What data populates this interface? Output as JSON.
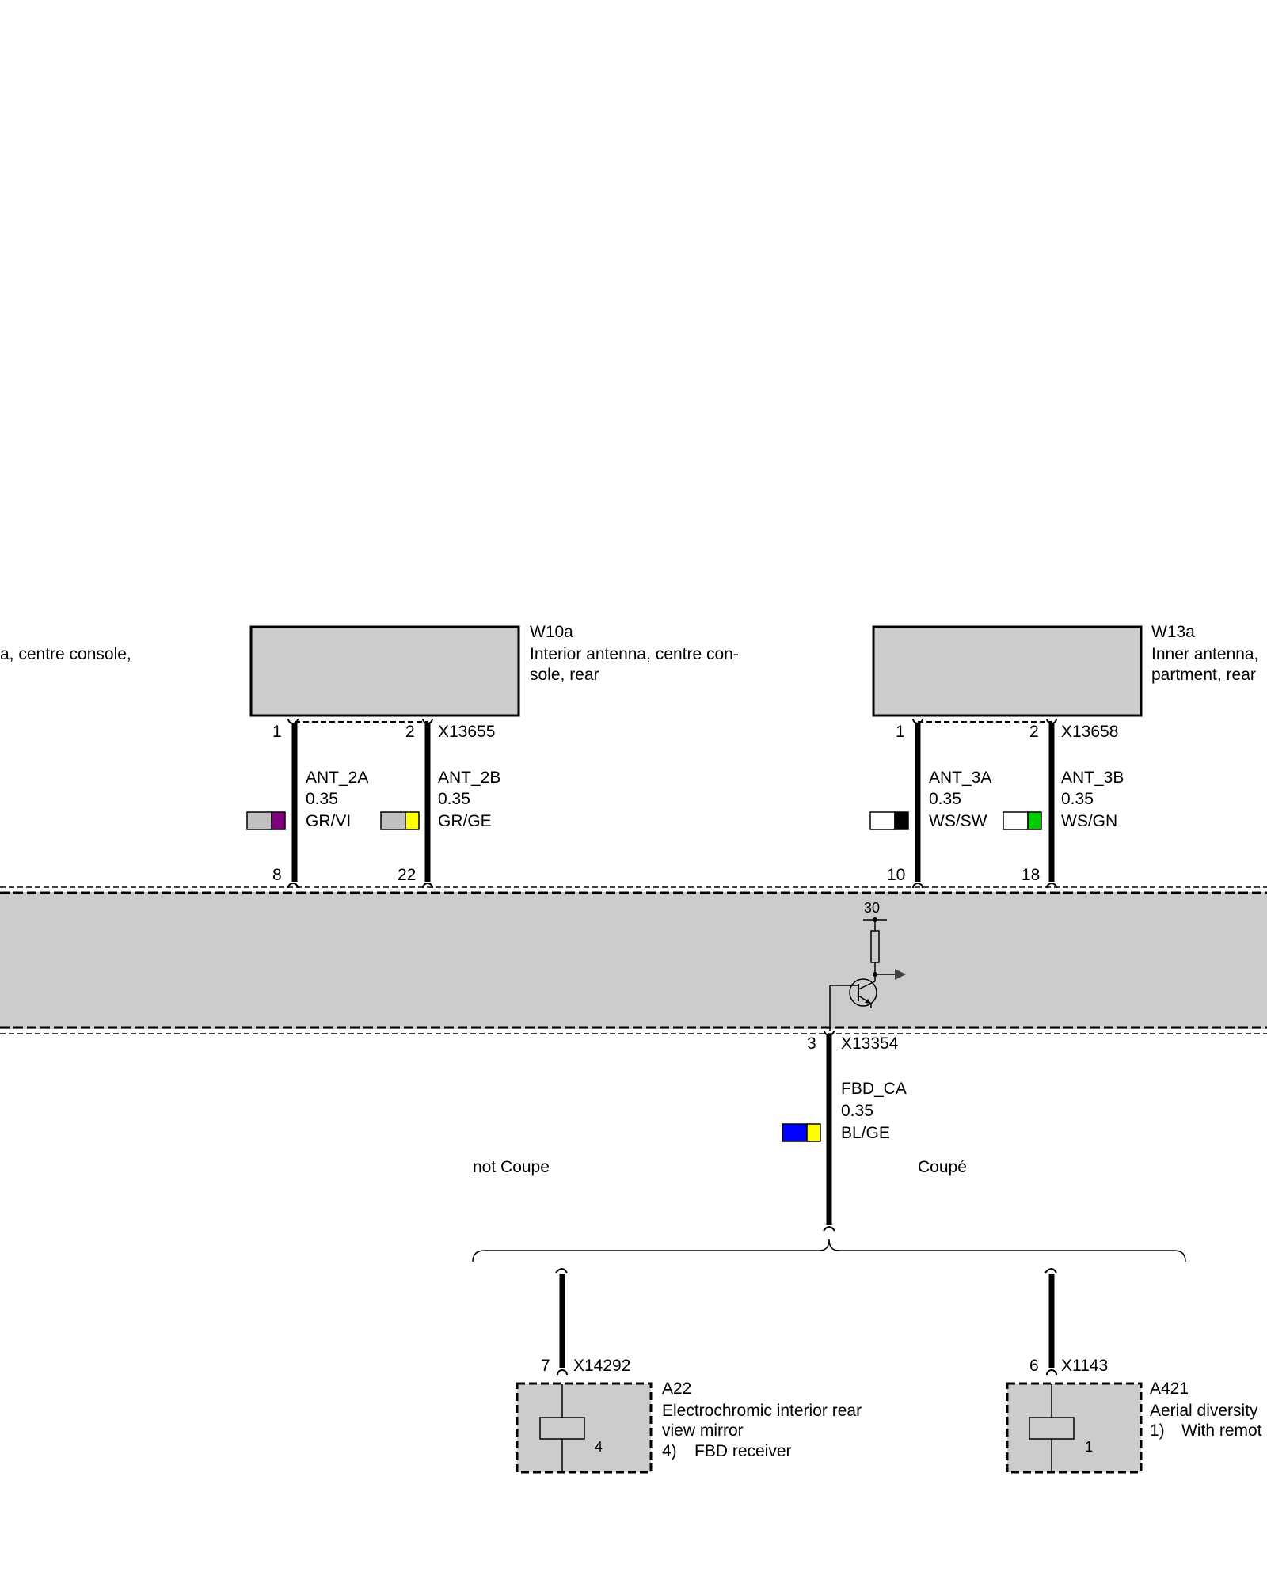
{
  "components": {
    "w10a_partial": {
      "desc": "a, centre console,"
    },
    "w10a": {
      "id": "W10a",
      "desc_line1": "Interior antenna, centre con-",
      "desc_line2": "sole, rear"
    },
    "w13a": {
      "id": "W13a",
      "desc_line1": "Inner antenna,",
      "desc_line2": "partment, rear"
    },
    "a22": {
      "id": "A22",
      "desc_line1": "Electrochromic interior rear",
      "desc_line2": "view mirror",
      "note_num": "4)",
      "note_text": "FBD receiver",
      "inner_pin": "4"
    },
    "a421": {
      "id": "A421",
      "desc_line1": "Aerial diversity",
      "note_num": "1)",
      "note_text": "With remot",
      "inner_pin": "1"
    }
  },
  "connectors": {
    "x13655": "X13655",
    "x13658": "X13658",
    "x13354": "X13354",
    "x14292": "X14292",
    "x1143": "X1143"
  },
  "pins": {
    "w10a_p1": "1",
    "w10a_p2": "2",
    "w13a_p1": "1",
    "w13a_p2": "2",
    "mod_p8": "8",
    "mod_p22": "22",
    "mod_p10": "10",
    "mod_p18": "18",
    "mod_p3": "3",
    "mod_p30": "30",
    "a22_p7": "7",
    "a421_p6": "6"
  },
  "wires": {
    "ant_2a": {
      "name": "ANT_2A",
      "size": "0.35",
      "color_code": "GR/VI",
      "base": "#c0c0c0",
      "stripe": "#800080"
    },
    "ant_2b": {
      "name": "ANT_2B",
      "size": "0.35",
      "color_code": "GR/GE",
      "base": "#c0c0c0",
      "stripe": "#ffff00"
    },
    "ant_3a": {
      "name": "ANT_3A",
      "size": "0.35",
      "color_code": "WS/SW",
      "base": "#ffffff",
      "stripe": "#000000"
    },
    "ant_3b": {
      "name": "ANT_3B",
      "size": "0.35",
      "color_code": "WS/GN",
      "base": "#ffffff",
      "stripe": "#00cc00"
    },
    "fbd_ca": {
      "name": "FBD_CA",
      "size": "0.35",
      "color_code": "BL/GE",
      "base": "#0000ff",
      "stripe": "#ffff00"
    }
  },
  "variants": {
    "left": "not Coupe",
    "right": "Coupé"
  },
  "colors": {
    "component_fill": "#cccccc",
    "wire": "#000000"
  }
}
